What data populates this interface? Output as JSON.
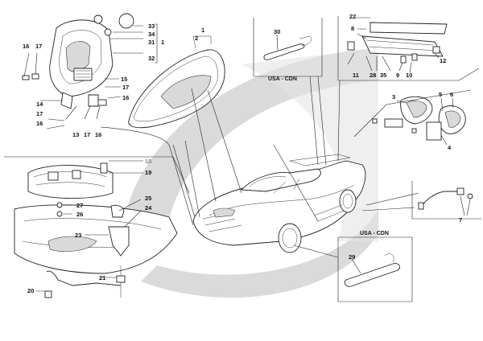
{
  "callouts": [
    "1",
    "2",
    "3",
    "4",
    "5",
    "6",
    "7",
    "8",
    "9",
    "10",
    "11",
    "12",
    "13",
    "14",
    "15",
    "16",
    "17",
    "18",
    "19",
    "20",
    "21",
    "22",
    "23",
    "24",
    "25",
    "26",
    "27",
    "28",
    "29",
    "30",
    "31",
    "32",
    "33",
    "34",
    "35"
  ],
  "labels": {
    "1": "1",
    "2": "2",
    "3": "3",
    "4": "4",
    "5": "5",
    "6": "6",
    "7": "7",
    "8": "8",
    "9": "9",
    "10": "10",
    "11": "11",
    "12": "12",
    "13": "13",
    "14": "14",
    "15": "15",
    "16": "16",
    "17": "17",
    "18": "18",
    "19": "19",
    "20": "20",
    "21": "21",
    "22": "22",
    "23": "23",
    "24": "24",
    "25": "25",
    "26": "26",
    "27": "27",
    "28": "28",
    "29": "29",
    "30": "30",
    "31": "31",
    "32": "32",
    "33": "33",
    "34": "34",
    "35": "35"
  },
  "regions": {
    "usa_cdn_top": "USA - CDN",
    "usa_cdn_bottom": "USA - CDN"
  },
  "colors": {
    "watermark": "#d8d8d8",
    "line": "#222222",
    "background": "#ffffff"
  }
}
